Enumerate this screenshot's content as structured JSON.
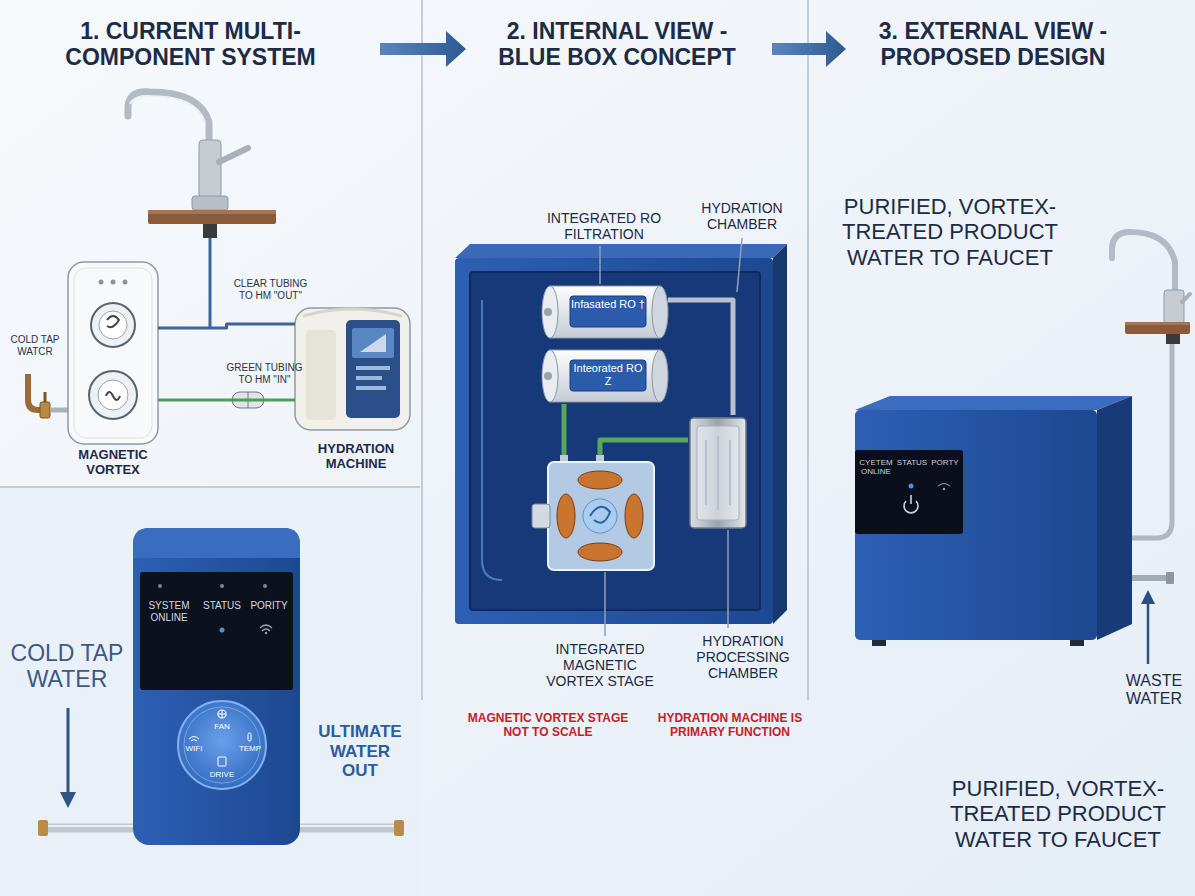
{
  "diagram": {
    "nodes": [
      {
        "text": [
          "MAGNETIC VORTEX"
        ]
      },
      {
        "text": [
          "HYDRATION MACHINE"
        ]
      },
      {
        "text": [
          "SYSTEM ONLINE",
          "STATUS",
          "PORITY"
        ]
      },
      {
        "text": [
          "FAN",
          "WIFI",
          "TEMP",
          "DRIVE"
        ],
        "in": 2
      },
      {
        "text": [
          "INTEGRATED RO FILTRATION",
          "Infasated RO †"
        ]
      },
      {
        "text": [
          "Inteorated RO Z"
        ]
      },
      {
        "text": [
          "INTEGRATED MAGNETIC VORTEX STAGE"
        ]
      },
      {
        "text": [
          "HYDRATION PROCESSING CHAMBER"
        ]
      },
      {
        "text": [
          "CYETEM ONLINE",
          "STATUS",
          "PORTY"
        ]
      }
    ],
    "edges": [
      {
        "from": 0,
        "to": 1,
        "arrow": "none"
      },
      {
        "from": 0,
        "to": 1,
        "arrow": "none"
      },
      {
        "from": 4,
        "to": 7,
        "arrow": "none"
      },
      {
        "from": 5,
        "to": 6,
        "arrow": "none"
      },
      {
        "from": 6,
        "to": 7,
        "arrow": "none"
      }
    ],
    "labels": [
      "1. CURRENT MULTI-COMPONENT SYSTEM",
      "2. INTERNAL VIEW - BLUE BOX CONCEPT",
      "3. EXTERNAL VIEW - PROPOSED DESIGN",
      "CLEAR TUBING TO HM \"OUT\"",
      "COLD TAP WATCR",
      "GREEN TUBING TO HM \"IN\"",
      "COLD TAP WATER",
      "ULTIMATE WATER OUT",
      "HYDRATION CHAMBER",
      "MAGNETIC VORTEX STAGE NOT TO SCALE",
      "HYDRATION MACHINE IS PRIMARY FUNCTION",
      "PURIFIED, VORTEX-TREATED PRODUCT WATER TO FAUCET",
      "WASTE WATER",
      "PURIFIED, VORTEX-TREATED PRODUCT WATER TO FAUCET"
    ]
  }
}
